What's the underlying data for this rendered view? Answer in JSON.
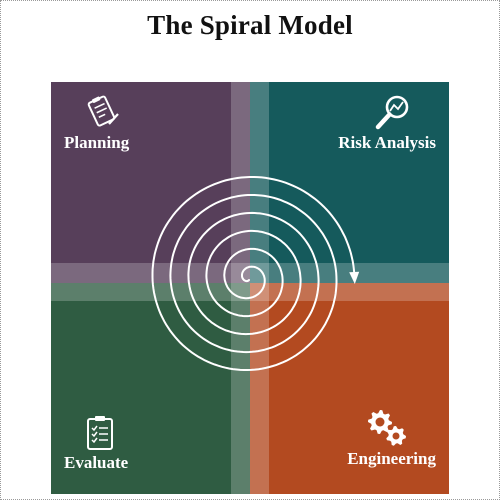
{
  "title": "The Spiral Model",
  "colors": {
    "planning": "#573f5a",
    "risk_analysis": "#155a5c",
    "evaluate": "#2f5c42",
    "engineering": "#b34a20",
    "spiral": "#ffffff"
  },
  "quadrants": {
    "planning": {
      "label": "Planning",
      "icon": "clipboard-pen-icon"
    },
    "risk_analysis": {
      "label": "Risk Analysis",
      "icon": "magnifier-chart-icon"
    },
    "evaluate": {
      "label": "Evaluate",
      "icon": "checklist-icon"
    },
    "engineering": {
      "label": "Engineering",
      "icon": "gears-icon"
    }
  }
}
